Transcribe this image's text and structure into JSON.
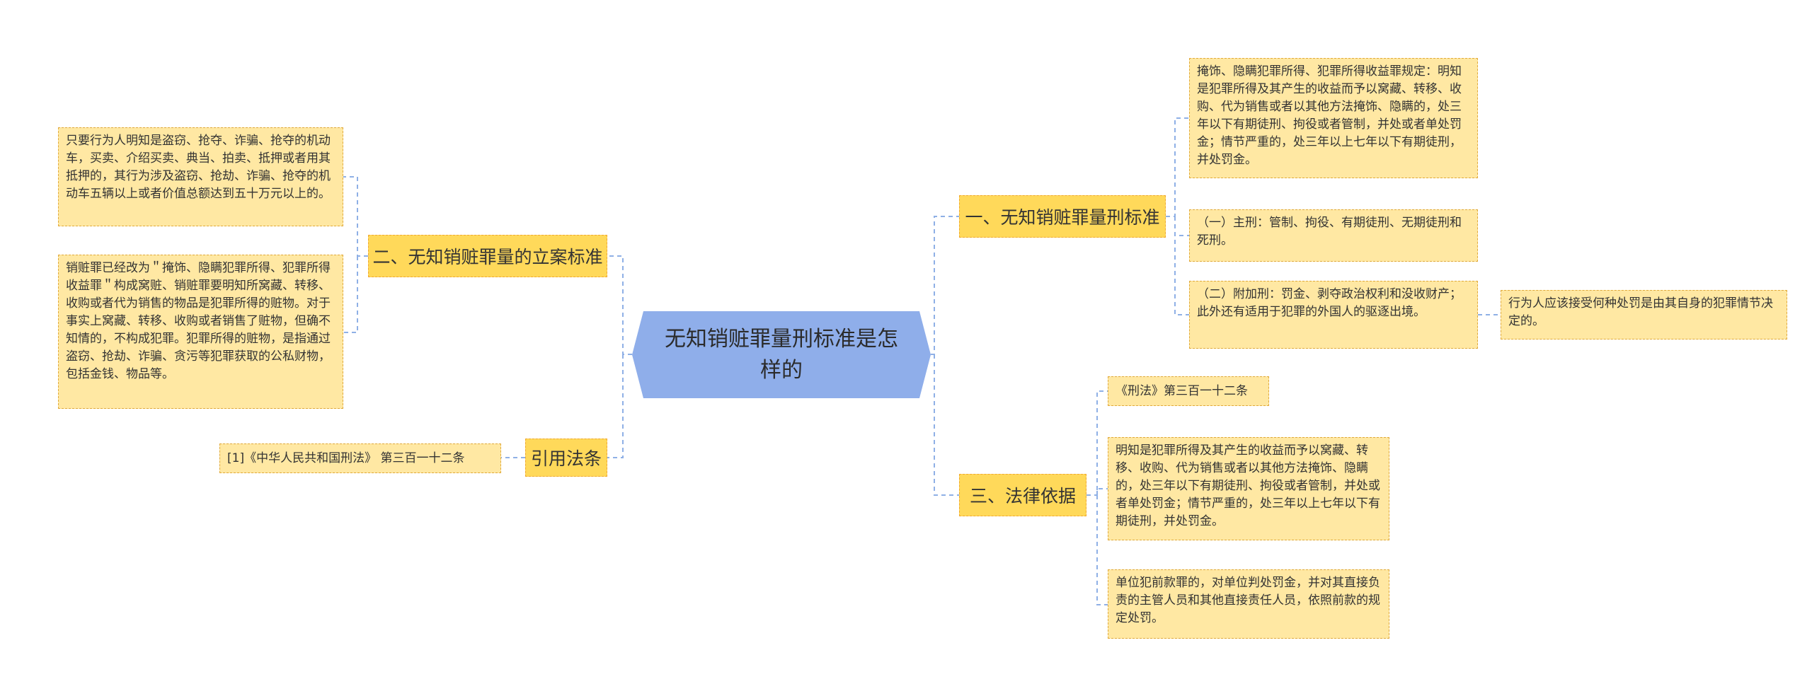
{
  "center": {
    "title": "无知销赃罪量刑标准是怎样的"
  },
  "right": [
    {
      "label": "一、无知销赃罪量刑标准",
      "children": [
        "掩饰、隐瞒犯罪所得、犯罪所得收益罪规定：明知是犯罪所得及其产生的收益而予以窝藏、转移、收购、代为销售或者以其他方法掩饰、隐瞒的，处三年以下有期徒刑、拘役或者管制，并处或者单处罚金；情节严重的，处三年以上七年以下有期徒刑，并处罚金。",
        "（一）主刑：管制、拘役、有期徒刑、无期徒刑和死刑。",
        "（二）附加刑：罚金、剥夺政治权利和没收财产；此外还有适用于犯罪的外国人的驱逐出境。"
      ],
      "grandchild": "行为人应该接受何种处罚是由其自身的犯罪情节决定的。"
    },
    {
      "label": "三、法律依据",
      "children": [
        "《刑法》第三百一十二条",
        "明知是犯罪所得及其产生的收益而予以窝藏、转移、收购、代为销售或者以其他方法掩饰、隐瞒的，处三年以下有期徒刑、拘役或者管制，并处或者单处罚金；情节严重的，处三年以上七年以下有期徒刑，并处罚金。",
        "单位犯前款罪的，对单位判处罚金，并对其直接负责的主管人员和其他直接责任人员，依照前款的规定处罚。"
      ]
    }
  ],
  "left": [
    {
      "label": "二、无知销赃罪量的立案标准",
      "children": [
        "只要行为人明知是盗窃、抢夺、诈骗、抢夺的机动车，买卖、介绍买卖、典当、拍卖、抵押或者用其抵押的，其行为涉及盗窃、抢劫、诈骗、抢夺的机动车五辆以上或者价值总额达到五十万元以上的。",
        "销赃罪已经改为＂掩饰、隐瞒犯罪所得、犯罪所得收益罪＂构成窝赃、销赃罪要明知所窝藏、转移、收购或者代为销售的物品是犯罪所得的赃物。对于事实上窝藏、转移、收购或者销售了赃物，但确不知情的，不构成犯罪。犯罪所得的赃物，是指通过盗窃、抢劫、诈骗、贪污等犯罪获取的公私财物，包括金钱、物品等。"
      ]
    },
    {
      "label": "引用法条",
      "children": [
        "[1]《中华人民共和国刑法》 第三百一十二条"
      ]
    }
  ],
  "colors": {
    "center_fill": "#8faeea",
    "branch_fill": "#ffd95a",
    "leaf_fill": "#ffe8a3",
    "connector": "#8fb0e6"
  }
}
